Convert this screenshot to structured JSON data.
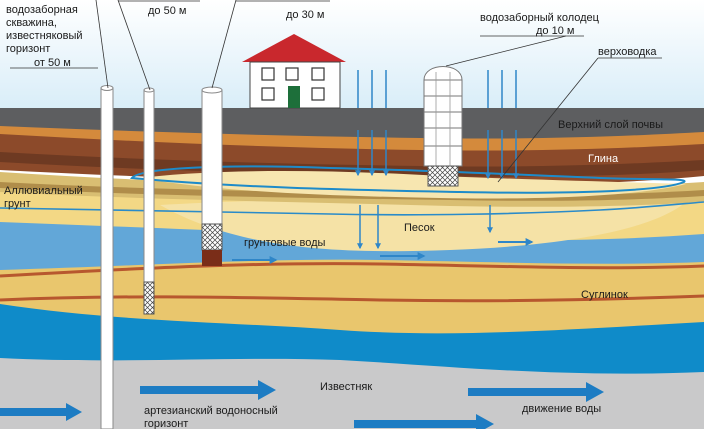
{
  "labels": {
    "well_limestone": "водозаборная\nскважина,\nизвестняковый\nгоризонт",
    "well_limestone_depth": "от 50 м",
    "well_50_depth": "до 50 м",
    "well_30_depth": "до 30 м",
    "dug_well": "водозаборный колодец",
    "dug_well_depth": "до 10 м",
    "perched_water": "верховодка",
    "topsoil": "Верхний слой почвы",
    "clay": "Глина",
    "alluvial": "Аллювиальный\nгрунт",
    "sand": "Песок",
    "groundwater": "грунтовые воды",
    "loam": "Суглинок",
    "limestone": "Известняк",
    "artesian": "артезианский водоносный\nгоризонт",
    "water_flow": "движение воды"
  },
  "colors": {
    "sky": "#dff0f9",
    "topsoil": "#5f6062",
    "clay": "#8b4a2a",
    "sand": "#f2d580",
    "alluvial": "#d4b96e",
    "aquifer": "#5fa3d6",
    "deep_aquifer": "#0d88c7",
    "limestone": "#c8c8c9",
    "arrow": "#1a7ec4",
    "roof": "#c8282d"
  }
}
